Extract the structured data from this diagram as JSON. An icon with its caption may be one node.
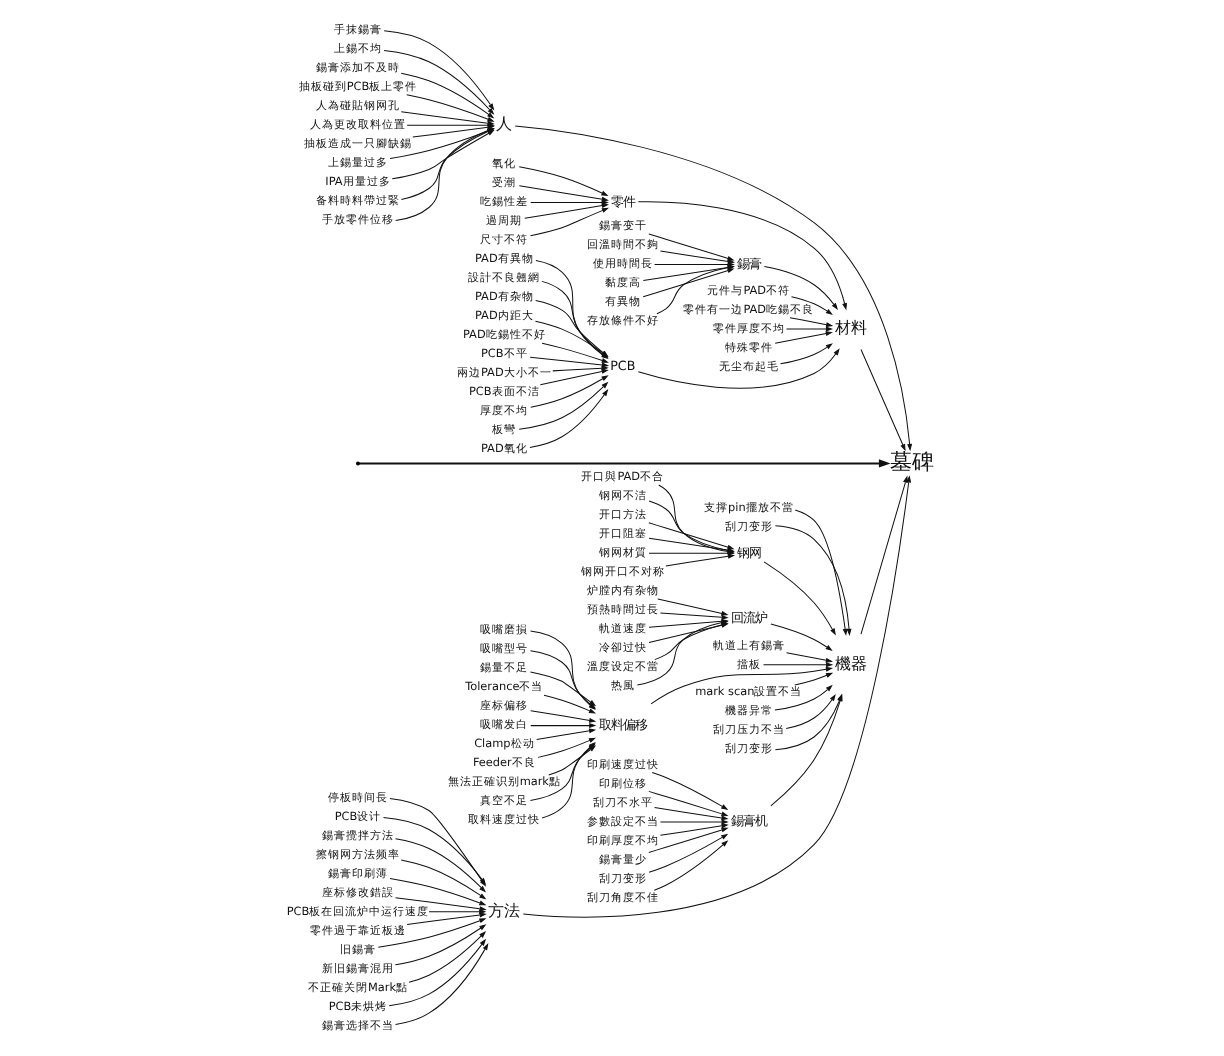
{
  "diagram": {
    "nodes": [
      {
        "text": [
          "人"
        ]
      },
      {
        "text": [
          "抽板碰到PCB板上零件"
        ]
      },
      {
        "text": [
          "人為碰貼钢网孔"
        ]
      },
      {
        "text": [
          "人為更改取料位置"
        ]
      },
      {
        "text": [
          "抽板造成一只腳缺錫"
        ]
      },
      {
        "text": [
          "上錫量过多"
        ]
      },
      {
        "text": [
          "IPA用量过多"
        ]
      },
      {
        "text": [
          "备料時料帶过緊"
        ]
      },
      {
        "text": [
          "手放零件位移"
        ]
      },
      {
        "text": [
          "手抹錫膏"
        ]
      },
      {
        "text": [
          "上錫不均"
        ]
      },
      {
        "text": [
          "錫膏添加不及時"
        ]
      },
      {
        "text": [
          "材料"
        ]
      },
      {
        "text": [
          "无尘布起毛"
        ]
      },
      {
        "text": [
          "PCB"
        ]
      },
      {
        "text": [
          "PAD有杂物"
        ]
      },
      {
        "text": [
          "PAD内距大"
        ]
      },
      {
        "text": [
          "PAD吃錫性不好"
        ]
      },
      {
        "text": [
          "PCB不平"
        ]
      },
      {
        "text": [
          "兩边PAD大小不一"
        ]
      },
      {
        "text": [
          "PCB表面不洁"
        ]
      },
      {
        "text": [
          "厚度不均"
        ]
      },
      {
        "text": [
          "板彎"
        ]
      },
      {
        "text": [
          "PAD氧化"
        ]
      },
      {
        "text": [
          "PAD有異物"
        ]
      },
      {
        "text": [
          "設計不良翹網"
        ]
      },
      {
        "text": [
          "零件"
        ]
      },
      {
        "text": [
          "尺寸不符"
        ]
      },
      {
        "text": [
          "氧化"
        ]
      },
      {
        "text": [
          "受潮"
        ]
      },
      {
        "text": [
          "吃錫性差"
        ]
      },
      {
        "text": [
          "過周期"
        ]
      },
      {
        "text": [
          "錫膏"
        ]
      },
      {
        "text": [
          "回溫時間不夠"
        ]
      },
      {
        "text": [
          "使用時間長"
        ]
      },
      {
        "text": [
          "黏度高"
        ]
      },
      {
        "text": [
          "有異物"
        ]
      },
      {
        "text": [
          "存放條件不好"
        ]
      },
      {
        "text": [
          "錫膏变干"
        ]
      },
      {
        "text": [
          "元件与PAD不符"
        ]
      },
      {
        "text": [
          "零件有一边PAD吃錫不良"
        ]
      },
      {
        "text": [
          "零件厚度不均"
        ]
      },
      {
        "text": [
          "特殊零件"
        ]
      },
      {
        "text": [
          "方法"
        ]
      },
      {
        "text": [
          "停板時间長"
        ]
      },
      {
        "text": [
          "PCB设计"
        ]
      },
      {
        "text": [
          "錫膏攪拌方法"
        ]
      },
      {
        "text": [
          "擦钢网方法频率"
        ]
      },
      {
        "text": [
          "錫膏印刷薄"
        ]
      },
      {
        "text": [
          "座标修改錯誤"
        ]
      },
      {
        "text": [
          "PCB板在回流炉中运行速度"
        ]
      },
      {
        "text": [
          "零件過于靠近板邊"
        ]
      },
      {
        "text": [
          "旧錫膏"
        ]
      },
      {
        "text": [
          "新旧錫膏混用"
        ]
      },
      {
        "text": [
          "不正確关閉Mark點"
        ]
      },
      {
        "text": [
          "PCB未烘烤"
        ]
      },
      {
        "text": [
          "錫膏选择不当"
        ]
      },
      {
        "text": [
          "機器"
        ]
      },
      {
        "text": [
          "刮刀压力不当"
        ]
      },
      {
        "text": [
          "刮刀变形"
        ]
      },
      {
        "text": [
          "錫膏机"
        ]
      },
      {
        "text": [
          "印刷位移"
        ]
      },
      {
        "text": [
          "刮刀不水平"
        ]
      },
      {
        "text": [
          "参數設定不当"
        ]
      },
      {
        "text": [
          "印刷厚度不均"
        ]
      },
      {
        "text": [
          "錫膏量少"
        ]
      },
      {
        "text": [
          "刮刀变形"
        ]
      },
      {
        "text": [
          "刮刀角度不佳"
        ]
      },
      {
        "text": [
          "印刷速度过快"
        ]
      },
      {
        "text": [
          "支撑pin擺放不當"
        ]
      },
      {
        "text": [
          "刮刀变形"
        ]
      },
      {
        "text": [
          "钢网"
        ]
      },
      {
        "text": [
          "开口與PAD不合"
        ]
      },
      {
        "text": [
          "钢网不洁"
        ]
      },
      {
        "text": [
          "开口方法"
        ]
      },
      {
        "text": [
          "开口阻塞"
        ]
      },
      {
        "text": [
          "钢网材質"
        ]
      },
      {
        "text": [
          "钢网开口不对称"
        ]
      },
      {
        "text": [
          "回流炉"
        ]
      },
      {
        "text": [
          "炉膛内有杂物"
        ]
      },
      {
        "text": [
          "預熱時間过長"
        ]
      },
      {
        "text": [
          "軌道速度"
        ]
      },
      {
        "text": [
          "冷卻过快"
        ]
      },
      {
        "text": [
          "溫度设定不當"
        ]
      },
      {
        "text": [
          "热風"
        ]
      },
      {
        "text": [
          "軌道上有錫膏"
        ]
      },
      {
        "text": [
          "擋板"
        ]
      },
      {
        "text": [
          "取料偏移"
        ]
      },
      {
        "text": [
          "Clamp松动"
        ]
      },
      {
        "text": [
          "Feeder不良"
        ]
      },
      {
        "text": [
          "無法正確识别mark點"
        ]
      },
      {
        "text": [
          "真空不足"
        ]
      },
      {
        "text": [
          "取料速度过快"
        ]
      },
      {
        "text": [
          "吸嘴磨損"
        ]
      },
      {
        "text": [
          "吸嘴型号"
        ]
      },
      {
        "text": [
          "錫量不足"
        ]
      },
      {
        "text": [
          "Tolerance不当"
        ]
      },
      {
        "text": [
          "座标偏移"
        ]
      },
      {
        "text": [
          "吸嘴发白"
        ]
      },
      {
        "text": [
          "mark scan設置不当"
        ]
      },
      {
        "text": [
          "機器异常"
        ]
      },
      {
        "text": [
          "墓碑"
        ]
      }
    ],
    "edges": [
      {
        "from": 1,
        "to": 0,
        "arrow": "to"
      },
      {
        "from": 2,
        "to": 0,
        "arrow": "to"
      },
      {
        "from": 3,
        "to": 0,
        "arrow": "to"
      },
      {
        "from": 4,
        "to": 0,
        "arrow": "to"
      },
      {
        "from": 5,
        "to": 0,
        "arrow": "to"
      },
      {
        "from": 6,
        "to": 0,
        "arrow": "to"
      },
      {
        "from": 7,
        "to": 0,
        "arrow": "to"
      },
      {
        "from": 8,
        "to": 0,
        "arrow": "to"
      },
      {
        "from": 9,
        "to": 0,
        "arrow": "to"
      },
      {
        "from": 10,
        "to": 0,
        "arrow": "to"
      },
      {
        "from": 11,
        "to": 0,
        "arrow": "to"
      },
      {
        "from": 0,
        "to": 101,
        "arrow": "to"
      },
      {
        "from": 13,
        "to": 12,
        "arrow": "to"
      },
      {
        "from": 14,
        "to": 12,
        "arrow": "to"
      },
      {
        "from": 15,
        "to": 14,
        "arrow": "to"
      },
      {
        "from": 16,
        "to": 14,
        "arrow": "to"
      },
      {
        "from": 17,
        "to": 14,
        "arrow": "to"
      },
      {
        "from": 18,
        "to": 14,
        "arrow": "to"
      },
      {
        "from": 19,
        "to": 14,
        "arrow": "to"
      },
      {
        "from": 20,
        "to": 14,
        "arrow": "to"
      },
      {
        "from": 21,
        "to": 14,
        "arrow": "to"
      },
      {
        "from": 22,
        "to": 14,
        "arrow": "to"
      },
      {
        "from": 23,
        "to": 14,
        "arrow": "to"
      },
      {
        "from": 24,
        "to": 14,
        "arrow": "to"
      },
      {
        "from": 25,
        "to": 14,
        "arrow": "to"
      },
      {
        "from": 26,
        "to": 12,
        "arrow": "to"
      },
      {
        "from": 27,
        "to": 26,
        "arrow": "to"
      },
      {
        "from": 28,
        "to": 26,
        "arrow": "to"
      },
      {
        "from": 29,
        "to": 26,
        "arrow": "to"
      },
      {
        "from": 30,
        "to": 26,
        "arrow": "to"
      },
      {
        "from": 31,
        "to": 26,
        "arrow": "to"
      },
      {
        "from": 32,
        "to": 12,
        "arrow": "to"
      },
      {
        "from": 33,
        "to": 32,
        "arrow": "to"
      },
      {
        "from": 34,
        "to": 32,
        "arrow": "to"
      },
      {
        "from": 35,
        "to": 32,
        "arrow": "to"
      },
      {
        "from": 36,
        "to": 32,
        "arrow": "to"
      },
      {
        "from": 37,
        "to": 32,
        "arrow": "to"
      },
      {
        "from": 38,
        "to": 32,
        "arrow": "to"
      },
      {
        "from": 39,
        "to": 12,
        "arrow": "to"
      },
      {
        "from": 40,
        "to": 12,
        "arrow": "to"
      },
      {
        "from": 41,
        "to": 12,
        "arrow": "to"
      },
      {
        "from": 42,
        "to": 12,
        "arrow": "to"
      },
      {
        "from": 12,
        "to": 101,
        "arrow": "to"
      },
      {
        "from": null,
        "to": 101,
        "arrow": "to"
      },
      {
        "from": 58,
        "to": 57,
        "arrow": "to"
      },
      {
        "from": 59,
        "to": 57,
        "arrow": "to"
      },
      {
        "from": 60,
        "to": 57,
        "arrow": "to"
      },
      {
        "from": 61,
        "to": 60,
        "arrow": "to"
      },
      {
        "from": 62,
        "to": 60,
        "arrow": "to"
      },
      {
        "from": 63,
        "to": 60,
        "arrow": "to"
      },
      {
        "from": 64,
        "to": 60,
        "arrow": "to"
      },
      {
        "from": 65,
        "to": 60,
        "arrow": "to"
      },
      {
        "from": 66,
        "to": 60,
        "arrow": "to"
      },
      {
        "from": 67,
        "to": 60,
        "arrow": "to"
      },
      {
        "from": 68,
        "to": 60,
        "arrow": "to"
      },
      {
        "from": 69,
        "to": 57,
        "arrow": "to"
      },
      {
        "from": 70,
        "to": 57,
        "arrow": "to"
      },
      {
        "from": 71,
        "to": 57,
        "arrow": "to"
      },
      {
        "from": 72,
        "to": 71,
        "arrow": "to"
      },
      {
        "from": 73,
        "to": 71,
        "arrow": "to"
      },
      {
        "from": 74,
        "to": 71,
        "arrow": "to"
      },
      {
        "from": 75,
        "to": 71,
        "arrow": "to"
      },
      {
        "from": 76,
        "to": 71,
        "arrow": "to"
      },
      {
        "from": 77,
        "to": 71,
        "arrow": "to"
      },
      {
        "from": 78,
        "to": 57,
        "arrow": "to"
      },
      {
        "from": 79,
        "to": 78,
        "arrow": "to"
      },
      {
        "from": 80,
        "to": 78,
        "arrow": "to"
      },
      {
        "from": 81,
        "to": 78,
        "arrow": "to"
      },
      {
        "from": 82,
        "to": 78,
        "arrow": "to"
      },
      {
        "from": 83,
        "to": 78,
        "arrow": "to"
      },
      {
        "from": 84,
        "to": 78,
        "arrow": "to"
      },
      {
        "from": 85,
        "to": 57,
        "arrow": "to"
      },
      {
        "from": 86,
        "to": 57,
        "arrow": "to"
      },
      {
        "from": 87,
        "to": 57,
        "arrow": "to"
      },
      {
        "from": 88,
        "to": 87,
        "arrow": "to"
      },
      {
        "from": 89,
        "to": 87,
        "arrow": "to"
      },
      {
        "from": 90,
        "to": 87,
        "arrow": "to"
      },
      {
        "from": 91,
        "to": 87,
        "arrow": "to"
      },
      {
        "from": 92,
        "to": 87,
        "arrow": "to"
      },
      {
        "from": 93,
        "to": 87,
        "arrow": "to"
      },
      {
        "from": 94,
        "to": 87,
        "arrow": "to"
      },
      {
        "from": 95,
        "to": 87,
        "arrow": "to"
      },
      {
        "from": 96,
        "to": 87,
        "arrow": "to"
      },
      {
        "from": 97,
        "to": 87,
        "arrow": "to"
      },
      {
        "from": 98,
        "to": 87,
        "arrow": "to"
      },
      {
        "from": 99,
        "to": 57,
        "arrow": "to"
      },
      {
        "from": 100,
        "to": 57,
        "arrow": "to"
      },
      {
        "from": 57,
        "to": 101,
        "arrow": "to"
      },
      {
        "from": 44,
        "to": 43,
        "arrow": "to"
      },
      {
        "from": 45,
        "to": 43,
        "arrow": "to"
      },
      {
        "from": 46,
        "to": 43,
        "arrow": "to"
      },
      {
        "from": 47,
        "to": 43,
        "arrow": "to"
      },
      {
        "from": 48,
        "to": 43,
        "arrow": "to"
      },
      {
        "from": 49,
        "to": 43,
        "arrow": "to"
      },
      {
        "from": 50,
        "to": 43,
        "arrow": "to"
      },
      {
        "from": 51,
        "to": 43,
        "arrow": "to"
      },
      {
        "from": 52,
        "to": 43,
        "arrow": "to"
      },
      {
        "from": 53,
        "to": 43,
        "arrow": "to"
      },
      {
        "from": 54,
        "to": 43,
        "arrow": "to"
      },
      {
        "from": 55,
        "to": 43,
        "arrow": "to"
      },
      {
        "from": 56,
        "to": 43,
        "arrow": "to"
      },
      {
        "from": 43,
        "to": 101,
        "arrow": "to"
      }
    ]
  }
}
